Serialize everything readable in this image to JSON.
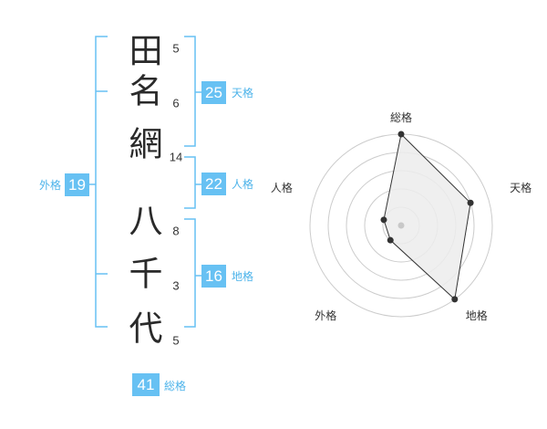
{
  "colors": {
    "accent": "#67c1f3",
    "label": "#4cb3ea",
    "radar_fill": "#ececec",
    "radar_line": "#333333",
    "circle": "#cccccc"
  },
  "surname": [
    {
      "char": "田",
      "strokes": "5"
    },
    {
      "char": "名",
      "strokes": "6"
    },
    {
      "char": "網",
      "strokes": "14"
    }
  ],
  "given": [
    {
      "char": "八",
      "strokes": "8"
    },
    {
      "char": "千",
      "strokes": "3"
    },
    {
      "char": "代",
      "strokes": "5"
    }
  ],
  "fortune": {
    "tenkaku": {
      "value": "25",
      "label": "天格"
    },
    "jinkaku": {
      "value": "22",
      "label": "人格"
    },
    "chikaku": {
      "value": "16",
      "label": "地格"
    },
    "gaikaku": {
      "value": "19",
      "label": "外格"
    },
    "soukaku": {
      "value": "41",
      "label": "総格"
    }
  },
  "chart_data": {
    "type": "radar",
    "axes": [
      "総格",
      "天格",
      "地格",
      "外格",
      "人格"
    ],
    "values": [
      5,
      4,
      5,
      1,
      1
    ],
    "max": 5
  }
}
